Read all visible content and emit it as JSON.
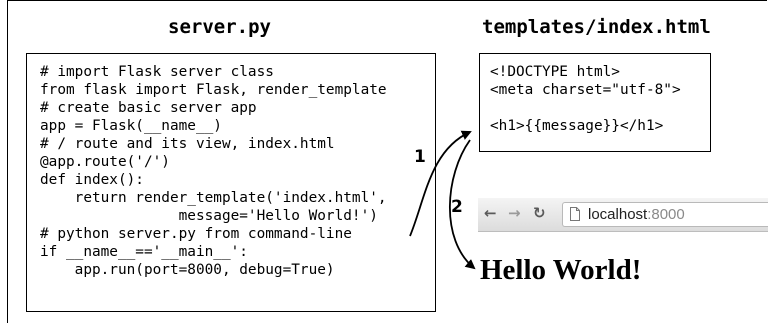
{
  "server": {
    "title": "server.py",
    "code": [
      "# import Flask server class",
      "from flask import Flask, render_template",
      "# create basic server app",
      "app = Flask(__name__)",
      "# / route and its view, index.html",
      "@app.route('/')",
      "def index():",
      "    return render_template('index.html',",
      "                message='Hello World!')",
      "# python server.py from command-line",
      "if __name__=='__main__':",
      "    app.run(port=8000, debug=True)"
    ]
  },
  "template": {
    "title": "templates/index.html",
    "code": [
      "<!DOCTYPE html>",
      "<meta charset=\"utf-8\">",
      "",
      "<h1>{{message}}</h1>"
    ]
  },
  "steps": {
    "one": "1",
    "two": "2"
  },
  "browser": {
    "url_host": "localhost",
    "url_port": ":8000",
    "icons": [
      "back-arrow-icon",
      "forward-arrow-icon",
      "reload-icon",
      "page-icon"
    ]
  },
  "output": {
    "heading": "Hello World!"
  }
}
